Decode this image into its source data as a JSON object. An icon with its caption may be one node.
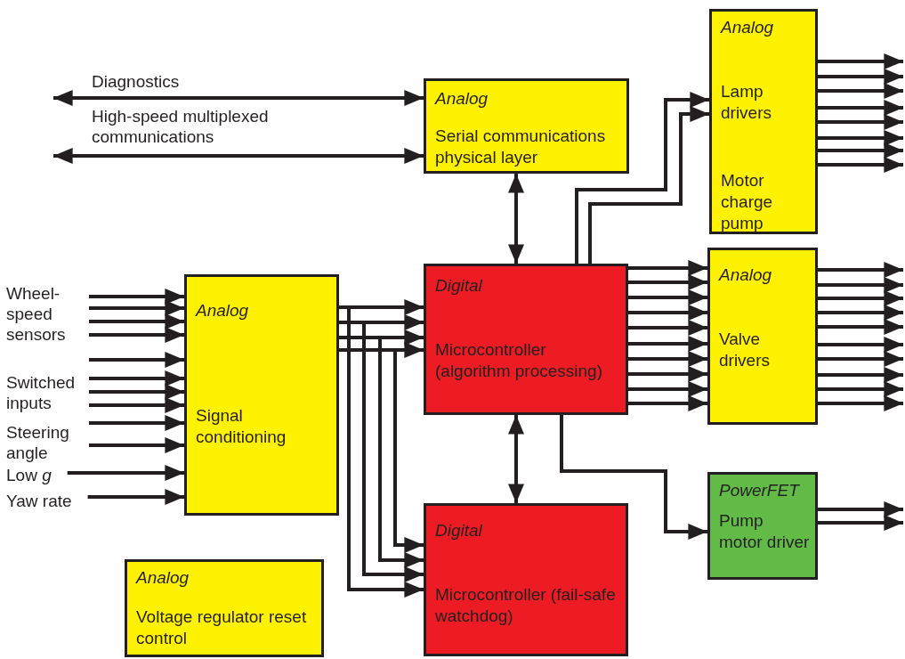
{
  "diagram": {
    "nodes": [
      {
        "text": [
          "Analog",
          "Serial communications physical layer"
        ]
      },
      {
        "text": [
          "Analog",
          "Lamp drivers",
          "Motor charge pump"
        ]
      },
      {
        "text": [
          "Analog",
          "Signal conditioning"
        ]
      },
      {
        "text": [
          "Digital",
          "Microcontroller (algorithm processing)"
        ]
      },
      {
        "text": [
          "Analog",
          "Valve drivers"
        ]
      },
      {
        "text": [
          "PowerFET",
          "Pump motor driver"
        ]
      },
      {
        "text": [
          "Digital",
          "Microcontroller (fail-safe watchdog)"
        ]
      },
      {
        "text": [
          "Analog",
          "Voltage regulator reset control"
        ]
      },
      {
        "text": [
          "Wheel-speed sensors"
        ]
      },
      {
        "text": [
          "Switched inputs"
        ]
      },
      {
        "text": [
          "Steering angle"
        ]
      },
      {
        "text": [
          "Low *g*"
        ]
      },
      {
        "text": [
          "Yaw rate"
        ]
      }
    ],
    "edges": [
      {
        "from": null,
        "to": 0,
        "arrow": "both",
        "label": "Diagnostics"
      },
      {
        "from": null,
        "to": 0,
        "arrow": "both",
        "label": "High-speed multiplexed communications"
      },
      {
        "from": 8,
        "to": 2,
        "arrow": "to"
      },
      {
        "from": 8,
        "to": 2,
        "arrow": "to"
      },
      {
        "from": 8,
        "to": 2,
        "arrow": "to"
      },
      {
        "from": 8,
        "to": 2,
        "arrow": "to"
      },
      {
        "from": 9,
        "to": 2,
        "arrow": "to"
      },
      {
        "from": 9,
        "to": 2,
        "arrow": "to"
      },
      {
        "from": 9,
        "to": 2,
        "arrow": "to"
      },
      {
        "from": 9,
        "to": 2,
        "arrow": "to"
      },
      {
        "from": 9,
        "to": 2,
        "arrow": "to"
      },
      {
        "from": 10,
        "to": 2,
        "arrow": "to"
      },
      {
        "from": 11,
        "to": 2,
        "arrow": "to"
      },
      {
        "from": 12,
        "to": 2,
        "arrow": "to"
      },
      {
        "from": 2,
        "to": 3,
        "arrow": "to"
      },
      {
        "from": 2,
        "to": 3,
        "arrow": "to"
      },
      {
        "from": 2,
        "to": 3,
        "arrow": "to"
      },
      {
        "from": 2,
        "to": 3,
        "arrow": "to"
      },
      {
        "from": 2,
        "to": 6,
        "arrow": "to"
      },
      {
        "from": 2,
        "to": 6,
        "arrow": "to"
      },
      {
        "from": 2,
        "to": 6,
        "arrow": "to"
      },
      {
        "from": 2,
        "to": 6,
        "arrow": "to"
      },
      {
        "from": 0,
        "to": 3,
        "arrow": "both"
      },
      {
        "from": 3,
        "to": 6,
        "arrow": "both"
      },
      {
        "from": 3,
        "to": 1,
        "arrow": "to"
      },
      {
        "from": 3,
        "to": 1,
        "arrow": "to"
      },
      {
        "from": 1,
        "to": null,
        "arrow": "to"
      },
      {
        "from": 1,
        "to": null,
        "arrow": "to"
      },
      {
        "from": 1,
        "to": null,
        "arrow": "to"
      },
      {
        "from": 1,
        "to": null,
        "arrow": "to"
      },
      {
        "from": 1,
        "to": null,
        "arrow": "to"
      },
      {
        "from": 1,
        "to": null,
        "arrow": "to"
      },
      {
        "from": 1,
        "to": null,
        "arrow": "to"
      },
      {
        "from": 1,
        "to": null,
        "arrow": "to"
      },
      {
        "from": 3,
        "to": 4,
        "arrow": "to"
      },
      {
        "from": 3,
        "to": 4,
        "arrow": "to"
      },
      {
        "from": 3,
        "to": 4,
        "arrow": "to"
      },
      {
        "from": 3,
        "to": 4,
        "arrow": "to"
      },
      {
        "from": 3,
        "to": 4,
        "arrow": "to"
      },
      {
        "from": 3,
        "to": 4,
        "arrow": "to"
      },
      {
        "from": 3,
        "to": 4,
        "arrow": "to"
      },
      {
        "from": 3,
        "to": 4,
        "arrow": "to"
      },
      {
        "from": 3,
        "to": 4,
        "arrow": "to"
      },
      {
        "from": 3,
        "to": 4,
        "arrow": "to"
      },
      {
        "from": 4,
        "to": null,
        "arrow": "to"
      },
      {
        "from": 4,
        "to": null,
        "arrow": "to"
      },
      {
        "from": 4,
        "to": null,
        "arrow": "to"
      },
      {
        "from": 4,
        "to": null,
        "arrow": "to"
      },
      {
        "from": 4,
        "to": null,
        "arrow": "to"
      },
      {
        "from": 4,
        "to": null,
        "arrow": "to"
      },
      {
        "from": 4,
        "to": null,
        "arrow": "to"
      },
      {
        "from": 4,
        "to": null,
        "arrow": "to"
      },
      {
        "from": 4,
        "to": null,
        "arrow": "to"
      },
      {
        "from": 4,
        "to": null,
        "arrow": "to"
      },
      {
        "from": 3,
        "to": 5,
        "arrow": "to"
      },
      {
        "from": 5,
        "to": null,
        "arrow": "to"
      },
      {
        "from": 5,
        "to": null,
        "arrow": "to"
      }
    ]
  }
}
